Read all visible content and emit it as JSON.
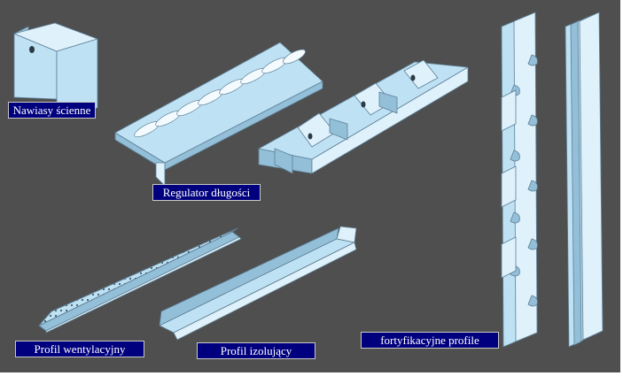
{
  "labels": {
    "wall_brackets": "Nawiasy ścienne",
    "length_regulator": "Regulator długości",
    "vent_profile": "Profil wentylacyjny",
    "insulating_profile": "Profil izolujący",
    "fortification_profiles": "fortyfikacyjne profile"
  },
  "colors": {
    "background": "#4f4f4f",
    "metal": "#bfe1f4",
    "label_bg": "#00007f",
    "label_text": "#ffffff"
  }
}
